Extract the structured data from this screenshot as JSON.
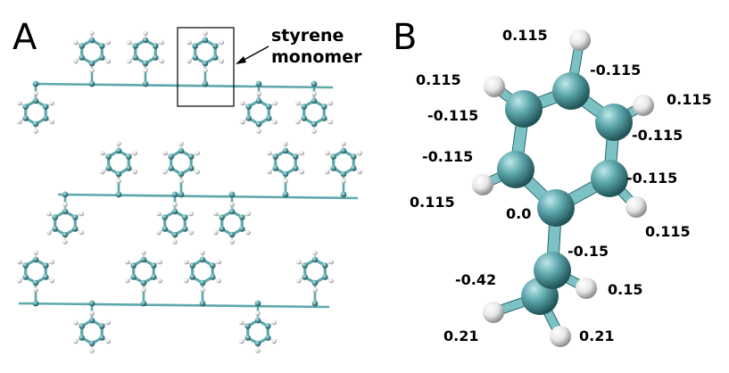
{
  "panels": {
    "a": {
      "letter": "A",
      "annotation_line1": "styrene",
      "annotation_line2": "monomer"
    },
    "b": {
      "letter": "B"
    }
  },
  "colors": {
    "carbon": "#4f9a9f",
    "carbon_light": "#a9dde0",
    "carbon_dark": "#235a5e",
    "hydrogen": "#ffffff",
    "hydrogen_shade": "#9a9a9a",
    "bond": "#5ea8ab"
  },
  "charges": {
    "h_top": "0.115",
    "c_top": "-0.115",
    "h_topleft": "0.115",
    "h_right": "0.115",
    "c_upperleft": "-0.115",
    "c_upperright": "-0.115",
    "c_lowerleft": "-0.115",
    "c_lowerright": "-0.115",
    "h_left": "0.115",
    "c_ipso": "0.0",
    "h_lowerright": "0.115",
    "c_alpha": "-0.15",
    "c_beta": "-0.42",
    "h_alpha": "0.15",
    "h_beta1": "0.21",
    "h_beta2": "0.21"
  }
}
